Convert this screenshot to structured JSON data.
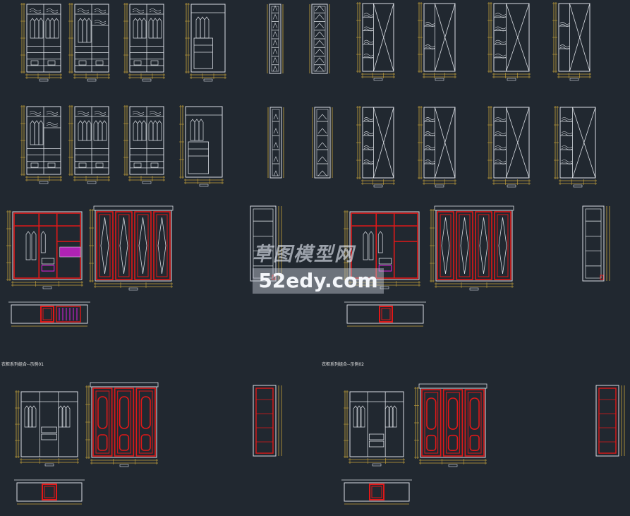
{
  "labels": {
    "group_caption_left": "衣柜系列组合--示例01",
    "group_caption_right": "衣柜系列组合--示例02"
  },
  "watermark": {
    "line1": "草图模型网",
    "line2": "52edy.com"
  },
  "colors": {
    "background": "#212830",
    "line_white": "#d9dde3",
    "dim_yellow": "#c8a43c",
    "accent_red": "#e01818",
    "accent_magenta": "#e020e0"
  }
}
